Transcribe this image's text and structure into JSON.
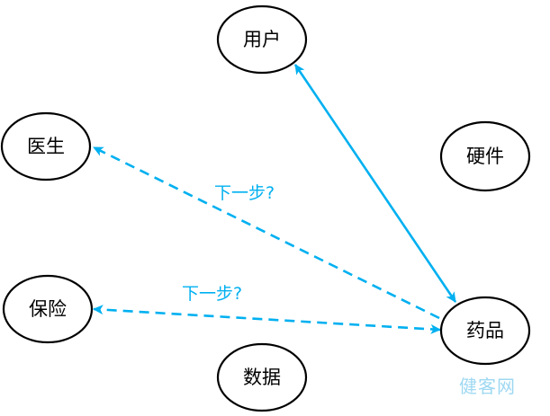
{
  "colors": {
    "edge": "#00b0f0",
    "node_stroke": "#000000",
    "node_fill": "#ffffff",
    "watermark": "#9ed8f2"
  },
  "nodes": {
    "user": "用户",
    "doctor": "医生",
    "hardware": "硬件",
    "insurance": "保险",
    "medicine": "药品",
    "data": "数据"
  },
  "edges": {
    "medicine_user": {
      "style": "solid",
      "direction": "both"
    },
    "medicine_doctor": {
      "style": "dashed",
      "direction": "to-doctor",
      "label": "下一步?"
    },
    "medicine_insurance": {
      "style": "dashed",
      "direction": "both",
      "label": "下一步?"
    }
  },
  "watermark": "健客网"
}
